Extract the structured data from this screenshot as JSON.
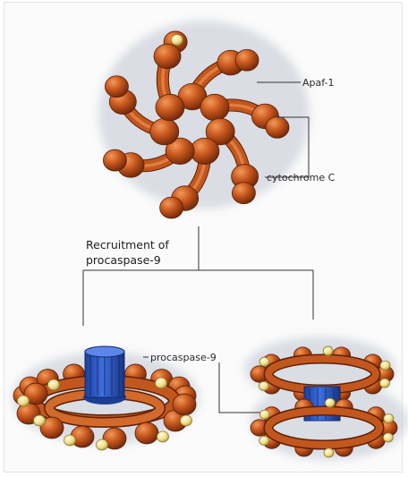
{
  "labels": {
    "apaf": "Apaf-1",
    "cytochrome": "cytochrome C",
    "recruitment_line1": "Recruitment of",
    "recruitment_line2": "procaspase-9",
    "procaspase": "procaspase-9"
  },
  "colors": {
    "background": "#fbfbfb",
    "leader_line": "#333333",
    "apaf_body": "#c2571e",
    "apaf_shade": "#7a2e0c",
    "cytochrome": "#f3e69a",
    "procaspase": "#2f5ec8",
    "shadow": "#cfd3dc"
  }
}
